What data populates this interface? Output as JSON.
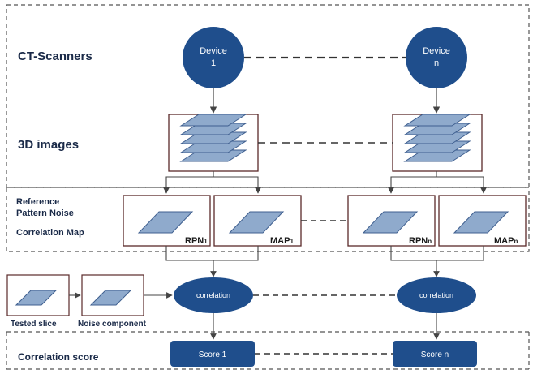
{
  "sections": {
    "ct_scanners": "CT-Scanners",
    "images_3d": "3D images",
    "reference_noise_line1": "Reference",
    "reference_noise_line2": "Pattern Noise",
    "correlation_map": "Correlation Map",
    "correlation_score": "Correlation score"
  },
  "devices": [
    {
      "line1": "Device",
      "line2": "1"
    },
    {
      "line1": "Device",
      "line2": "n"
    }
  ],
  "maps": [
    {
      "main": "RPN",
      "sub": "1"
    },
    {
      "main": "MAP",
      "sub": "1"
    },
    {
      "main": "RPN",
      "sub": "n"
    },
    {
      "main": "MAP",
      "sub": "n"
    }
  ],
  "correlations": [
    "correlation",
    "correlation"
  ],
  "inputs": {
    "tested_slice": "Tested slice",
    "noise_component": "Noise component"
  },
  "scores": [
    "Score 1",
    "Score n"
  ],
  "colors": {
    "node_fill": "#1f4e8c",
    "slice_fill": "#8faacc",
    "slice_stroke": "#3f5f8f",
    "box_stroke": "#5a2a2a",
    "arrow": "#444444"
  }
}
